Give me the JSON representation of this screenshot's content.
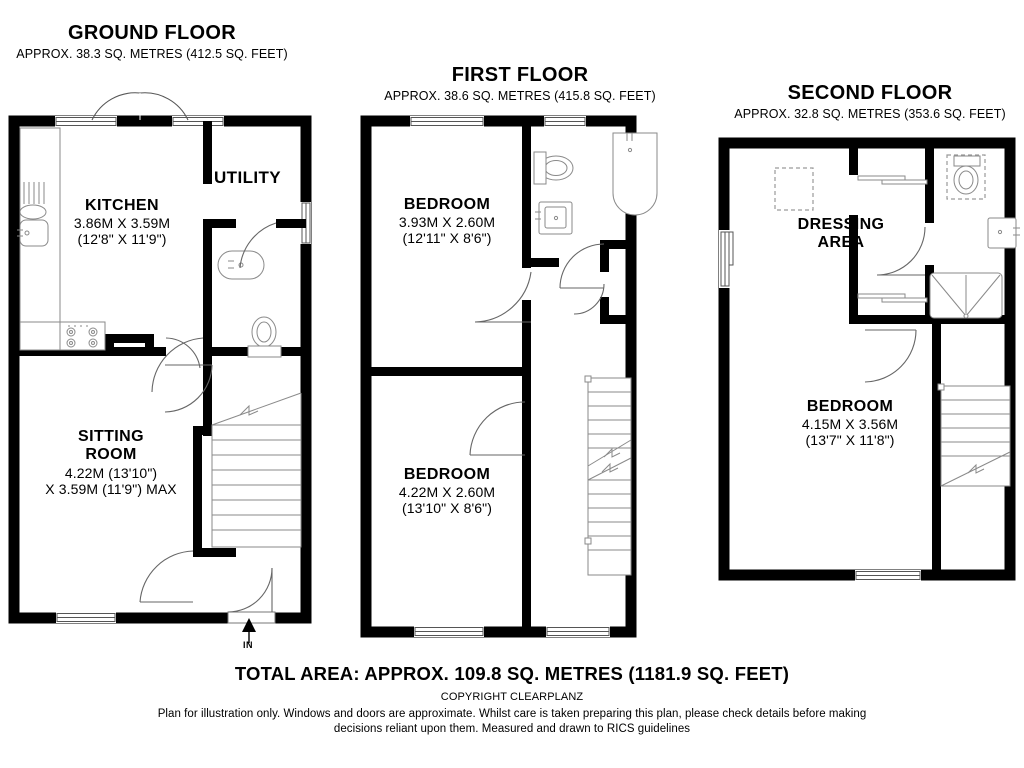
{
  "document": {
    "type": "floor-plan",
    "total_area_text": "TOTAL AREA: APPROX. 109.8 SQ. METRES (1181.9 SQ. FEET)",
    "copyright": "COPYRIGHT CLEARPLANZ",
    "disclaimer_line1": "Plan for illustration only. Windows and doors are approximate. Whilst care is taken preparing this plan, please check details before making",
    "disclaimer_line2": "decisions reliant upon them. Measured and drawn to RICS guidelines",
    "wall_color": "#000000",
    "background_color": "#ffffff",
    "fixture_line_color": "#8a8a8a"
  },
  "floors": [
    {
      "id": "ground",
      "title": "GROUND FLOOR",
      "area": "APPROX. 38.3 SQ. METRES (412.5 SQ. FEET)",
      "rooms": [
        {
          "name": "KITCHEN",
          "dim_metric": "3.86M X 3.59M",
          "dim_imperial": "(12'8\" X 11'9\")"
        },
        {
          "name": "SITTING",
          "name2": "ROOM",
          "dim_metric": "4.22M (13'10\")",
          "dim_imperial": "X 3.59M (11'9\") MAX"
        }
      ],
      "plain_labels": [
        "UTILITY"
      ],
      "entrance_marker": "IN",
      "fixtures": [
        "sink",
        "hob",
        "wc",
        "basin",
        "staircase"
      ]
    },
    {
      "id": "first",
      "title": "FIRST FLOOR",
      "area": "APPROX. 38.6 SQ. METRES (415.8 SQ. FEET)",
      "rooms": [
        {
          "name": "BEDROOM",
          "dim_metric": "3.93M X 2.60M",
          "dim_imperial": "(12'11\" X 8'6\")"
        },
        {
          "name": "BEDROOM",
          "dim_metric": "4.22M X 2.60M",
          "dim_imperial": "(13'10\" X 8'6\")"
        }
      ],
      "plain_labels": [],
      "fixtures": [
        "wc",
        "basin",
        "bathtub",
        "staircase-up",
        "staircase-down"
      ]
    },
    {
      "id": "second",
      "title": "SECOND FLOOR",
      "area": "APPROX. 32.8 SQ. METRES (353.6 SQ. FEET)",
      "rooms": [
        {
          "name": "DRESSING",
          "name2": "AREA"
        },
        {
          "name": "BEDROOM",
          "dim_metric": "4.15M X 3.56M",
          "dim_imperial": "(13'7\" X 11'8\")"
        }
      ],
      "plain_labels": [],
      "fixtures": [
        "wc",
        "basin",
        "shower-tray",
        "wardrobe",
        "sliding-door",
        "staircase-down"
      ]
    }
  ]
}
